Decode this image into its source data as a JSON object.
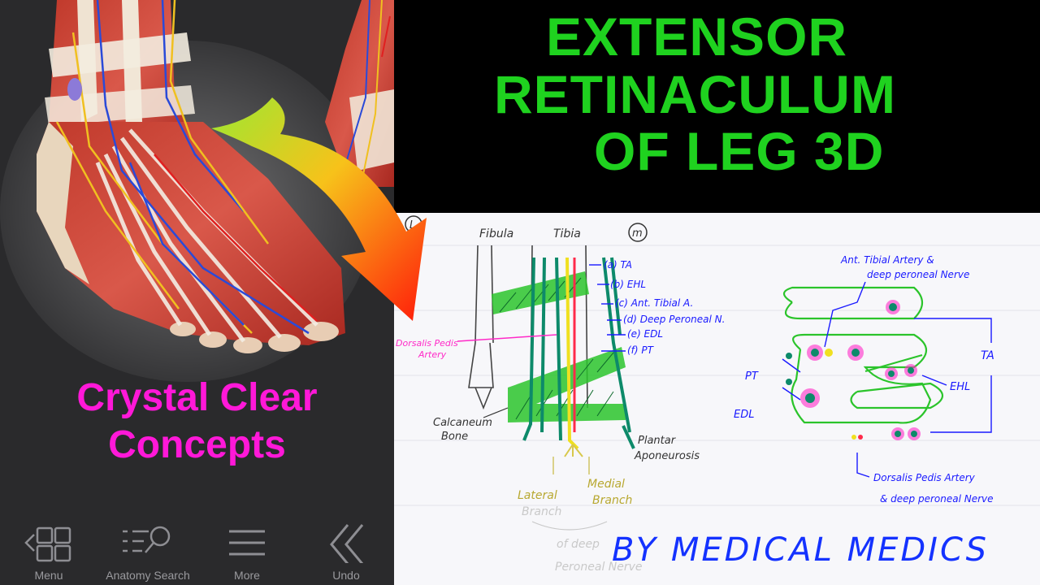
{
  "title": {
    "line1": "EXTENSOR",
    "line2": "RETINACULUM",
    "line3": "OF LEG 3D"
  },
  "tagline": {
    "line1": "Crystal Clear",
    "line2": "Concepts"
  },
  "toolbar": {
    "menu_label": "Menu",
    "search_label": "Anatomy Search",
    "more_label": "More",
    "undo_label": "Undo"
  },
  "notes": {
    "marker_left": "L",
    "marker_medial": "m",
    "fibula": "Fibula",
    "tibia": "Tibia",
    "label_a": "(a) TA",
    "label_b": "(b) EHL",
    "label_c": "(c) Ant. Tibial A.",
    "label_d": "(d) Deep Peroneal N.",
    "label_e": "(e) EDL",
    "label_f": "(f) PT",
    "dorsalis_line1": "Dorsalis Pedis",
    "dorsalis_line2": "Artery",
    "calcaneum_line1": "Calcaneum",
    "calcaneum_line2": "Bone",
    "plantar_line1": "Plantar",
    "plantar_line2": "Aponeurosis",
    "lateral_line1": "Lateral",
    "lateral_line2": "Branch",
    "medial_line1": "Medial",
    "medial_line2": "Branch",
    "of_deep": "of deep",
    "peroneal_nerve": "Peroneal Nerve",
    "ant_tibial_line1": "Ant. Tibial Artery &",
    "ant_tibial_line2": "deep peroneal Nerve",
    "ta": "TA",
    "ehl": "EHL",
    "pt": "PT",
    "edl": "EDL",
    "dp_line1": "Dorsalis Pedis Artery",
    "dp_line2": "& deep peroneal Nerve"
  },
  "credit": "BY MEDICAL MEDICS",
  "colors": {
    "title_green": "#1fd21f",
    "tagline_magenta": "#ff18d8",
    "credit_blue": "#1432ff",
    "ink_teal": "#0d8a6a",
    "ink_green": "#2bc42b",
    "ink_magenta": "#ff2ac8"
  }
}
